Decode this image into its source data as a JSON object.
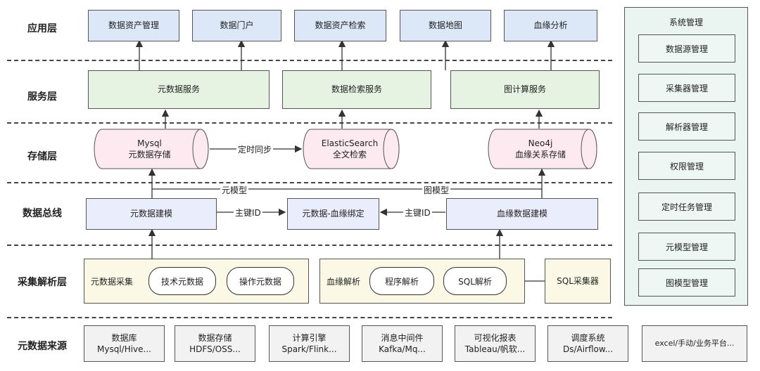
{
  "layers": {
    "app": "应用层",
    "service": "服务层",
    "storage": "存储层",
    "bus": "数据总线",
    "collect": "采集解析层",
    "source": "元数据来源"
  },
  "app_boxes": [
    "数据资产管理",
    "数据门户",
    "数据资产检索",
    "数据地图",
    "血缘分析"
  ],
  "service_boxes": [
    "元数据服务",
    "数据检索服务",
    "图计算服务"
  ],
  "storage": {
    "mysql_title": "Mysql",
    "mysql_sub": "元数据存储",
    "es_title": "ElasticSearch",
    "es_sub": "全文检索",
    "neo_title": "Neo4j",
    "neo_sub": "血缘关系存储",
    "sync_label": "定时同步"
  },
  "bus": {
    "meta_model_label": "元模型",
    "graph_model_label": "图模型",
    "meta_modeling": "元数据建模",
    "binding": "元数据-血缘绑定",
    "lineage_modeling": "血缘数据建模",
    "pk_left": "主键ID",
    "pk_right": "主键ID"
  },
  "collect": {
    "meta_collect": "元数据采集",
    "tech_meta": "技术元数据",
    "ops_meta": "操作元数据",
    "lineage_parse": "血缘解析",
    "program_parse": "程序解析",
    "sql_parse": "SQL解析",
    "sql_collector": "SQL采集器"
  },
  "sources": [
    {
      "title": "数据库",
      "sub": "Mysql/Hive..."
    },
    {
      "title": "数据存储",
      "sub": "HDFS/OSS..."
    },
    {
      "title": "计算引擎",
      "sub": "Spark/Flink..."
    },
    {
      "title": "消息中间件",
      "sub": "Kafka/Mq..."
    },
    {
      "title": "可视化报表",
      "sub": "Tableau/帆软..."
    },
    {
      "title": "调度系统",
      "sub": "Ds/Airflow..."
    },
    {
      "title": "",
      "sub": "excel/手动/业务平台..."
    }
  ],
  "system": {
    "title": "系统管理",
    "items": [
      "数据源管理",
      "采集器管理",
      "解析器管理",
      "权限管理",
      "定时任务管理",
      "元模型管理",
      "图模型管理"
    ]
  }
}
